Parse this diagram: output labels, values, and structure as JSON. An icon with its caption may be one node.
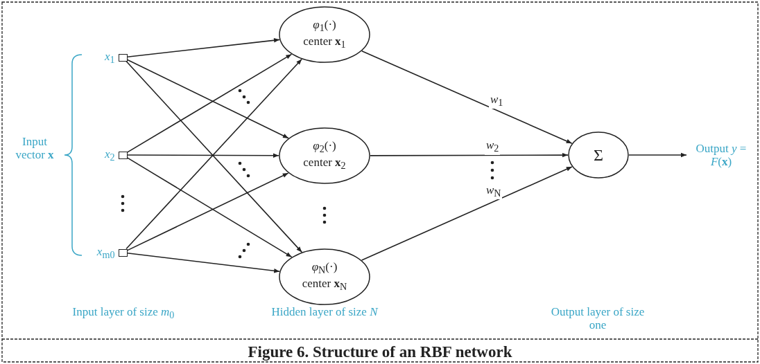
{
  "diagram": {
    "caption": "Figure 6.  Structure of an RBF network",
    "nodes": [
      {
        "text": [],
        "shape": "box",
        "beside": [
          "*x*$_{1}$"
        ]
      },
      {
        "text": [],
        "shape": "box",
        "beside": [
          "*x*$_{2}$"
        ]
      },
      {
        "text": [],
        "shape": "box",
        "beside": [
          "*x*$_{m0}$"
        ]
      },
      {
        "text": [
          "*φ*$_{1}$(·)",
          "center **x**$_{1}$"
        ]
      },
      {
        "text": [
          "*φ*$_{2}$(·)",
          "center **x**$_{2}$"
        ]
      },
      {
        "text": [
          "*φ*$_{N}$(·)",
          "center **x**$_{N}$"
        ]
      },
      {
        "text": [
          "Σ"
        ]
      },
      {
        "text": [
          "Output *y* = *F*(**x**)"
        ]
      }
    ],
    "edges": [
      {
        "from": 0,
        "to": 3,
        "arrow": "to"
      },
      {
        "from": 0,
        "to": 4,
        "arrow": "to"
      },
      {
        "from": 0,
        "to": 5,
        "arrow": "to"
      },
      {
        "from": 1,
        "to": 3,
        "arrow": "to"
      },
      {
        "from": 1,
        "to": 4,
        "arrow": "to"
      },
      {
        "from": 1,
        "to": 5,
        "arrow": "to"
      },
      {
        "from": 2,
        "to": 3,
        "arrow": "to"
      },
      {
        "from": 2,
        "to": 4,
        "arrow": "to"
      },
      {
        "from": 2,
        "to": 5,
        "arrow": "to"
      },
      {
        "from": 3,
        "to": 6,
        "arrow": "to",
        "label": "*w*$_{1}$"
      },
      {
        "from": 4,
        "to": 6,
        "arrow": "to",
        "label": "*w*$_{2}$"
      },
      {
        "from": 5,
        "to": 6,
        "arrow": "to",
        "label": "*w*$_{N}$"
      },
      {
        "from": 6,
        "to": 7,
        "arrow": "to"
      }
    ],
    "labels": [
      "Input vector **x**",
      "Input layer of size *m*$_{0}$",
      "Hidden layer of size *N*",
      "Output layer of size one"
    ]
  }
}
